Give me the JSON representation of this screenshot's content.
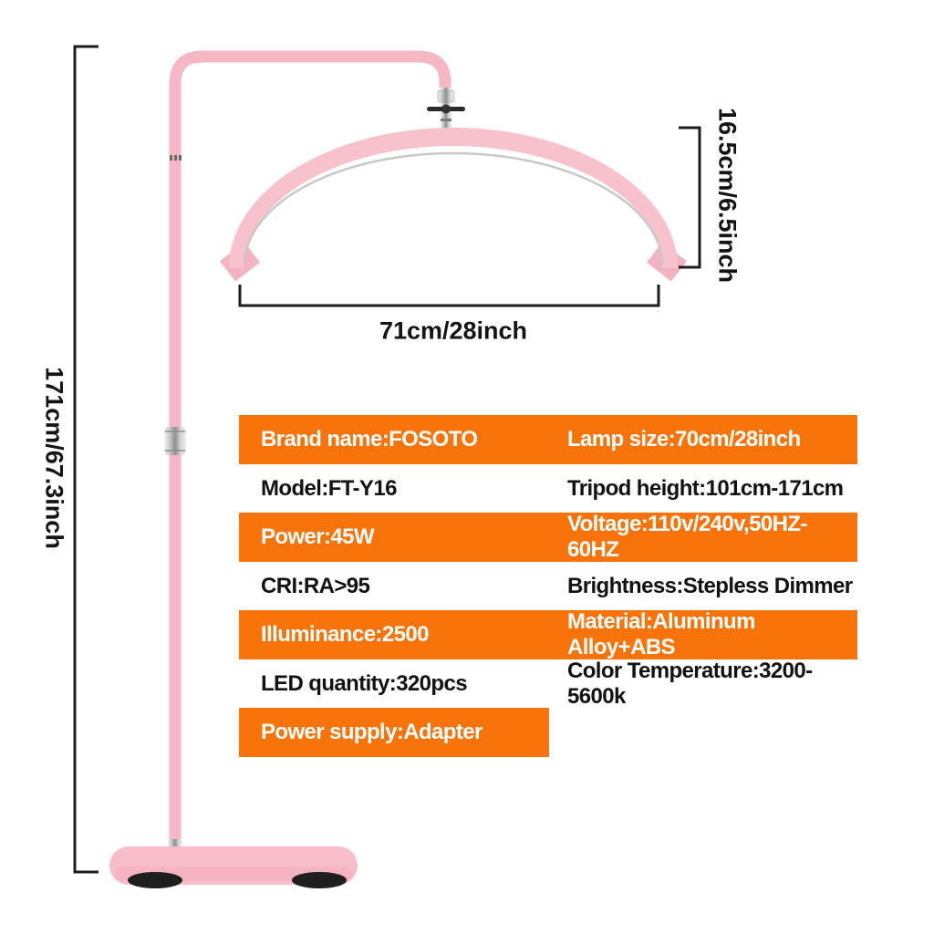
{
  "dimensions": {
    "stand_height": "171cm/67.3inch",
    "lamp_depth": "16.5cm/6.5inch",
    "lamp_width": "71cm/28inch"
  },
  "spec_table": {
    "rows": [
      {
        "left": "Brand name:FOSOTO",
        "right": "Lamp size:70cm/28inch",
        "variant": "orange"
      },
      {
        "left": "Model:FT-Y16",
        "right": "Tripod height:101cm-171cm",
        "variant": "white"
      },
      {
        "left": "Power:45W",
        "right": "Voltage:110v/240v,50HZ-60HZ",
        "variant": "orange"
      },
      {
        "left": "CRI:RA>95",
        "right": "Brightness:Stepless Dimmer",
        "variant": "white"
      },
      {
        "left": "Illuminance:2500",
        "right": "Material:Aluminum Alloy+ABS",
        "variant": "orange"
      },
      {
        "left": "LED quantity:320pcs",
        "right": "Color Temperature:3200-5600k",
        "variant": "white"
      },
      {
        "left": "Power supply:Adapter",
        "right": "",
        "variant": "orange-half"
      }
    ]
  },
  "colors": {
    "accent_orange": "#F8730A",
    "lamp_pink": "#F7C2CC",
    "cap_pink": "#F3B3C2",
    "pole_pink": "#F5B7C3",
    "base_pink": "#F7BDC8",
    "diffuser_gray": "#C6C9CC",
    "dimension_line": "#1C1C1C",
    "spec_text_on_orange": "#FFFFFF",
    "spec_text": "#121212"
  }
}
